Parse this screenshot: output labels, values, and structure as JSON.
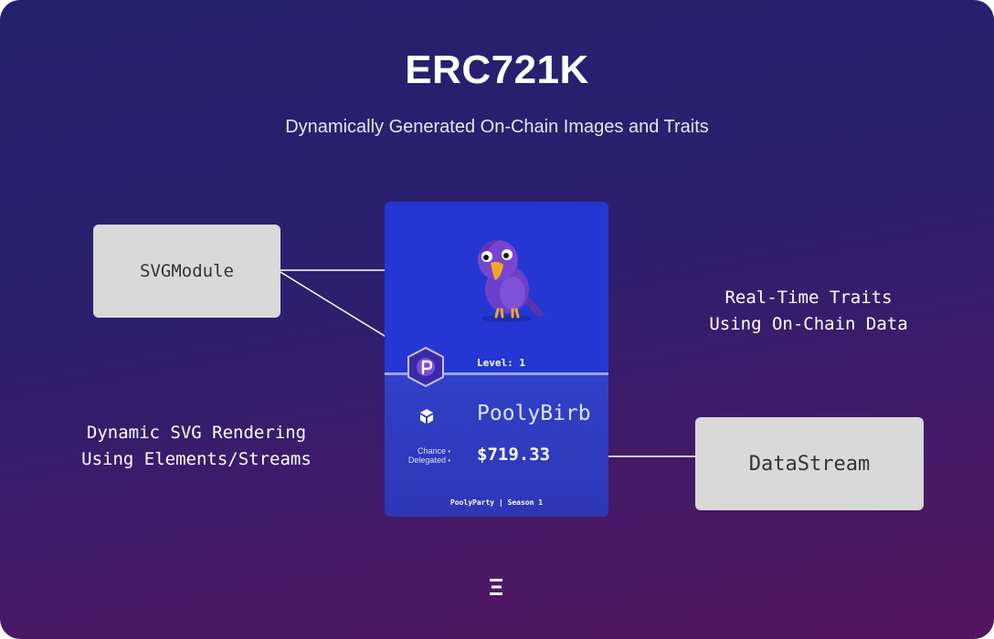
{
  "header": {
    "title": "ERC721K",
    "subtitle": "Dynamically Generated On-Chain Images and Traits"
  },
  "modules": {
    "svg_module_label": "SVGModule",
    "data_stream_label": "DataStream"
  },
  "captions": {
    "right_line1": "Real-Time Traits",
    "right_line2": "Using On-Chain Data",
    "left_line1": "Dynamic SVG Rendering",
    "left_line2": "Using Elements/Streams"
  },
  "card": {
    "level_label": "Level: 1",
    "token_name": "PoolyBirb",
    "stat_label_line1": "Chance",
    "stat_label_line2": "Delegated",
    "stat_value": "$719.33",
    "footer": "PoolyParty | Season 1"
  },
  "icons": {
    "bird": "parrot-icon",
    "badge": "hexagon-badge-icon",
    "cube": "cube-icon",
    "brand": "brand-logo-icon"
  },
  "colors": {
    "card_top": "#2437d3",
    "card_bottom": "#3140c9",
    "divider": "#9aa6f0",
    "module_box": "#d9d9d9",
    "bird_purple": "#6d3fc9",
    "bird_beak": "#f5a623"
  }
}
